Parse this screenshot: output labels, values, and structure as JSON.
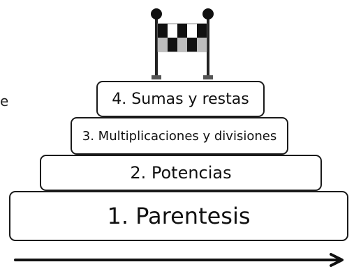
{
  "stray_text": "e",
  "diagram": {
    "steps": [
      {
        "level": 4,
        "label": "4. Sumas y restas"
      },
      {
        "level": 3,
        "label": "3. Multiplicaciones y divisiones"
      },
      {
        "level": 2,
        "label": "2. Potencias"
      },
      {
        "level": 1,
        "label": "1. Parentesis"
      }
    ],
    "goal_icon": "checkered-finish-flag-icon",
    "direction_icon": "arrow-right-icon"
  }
}
